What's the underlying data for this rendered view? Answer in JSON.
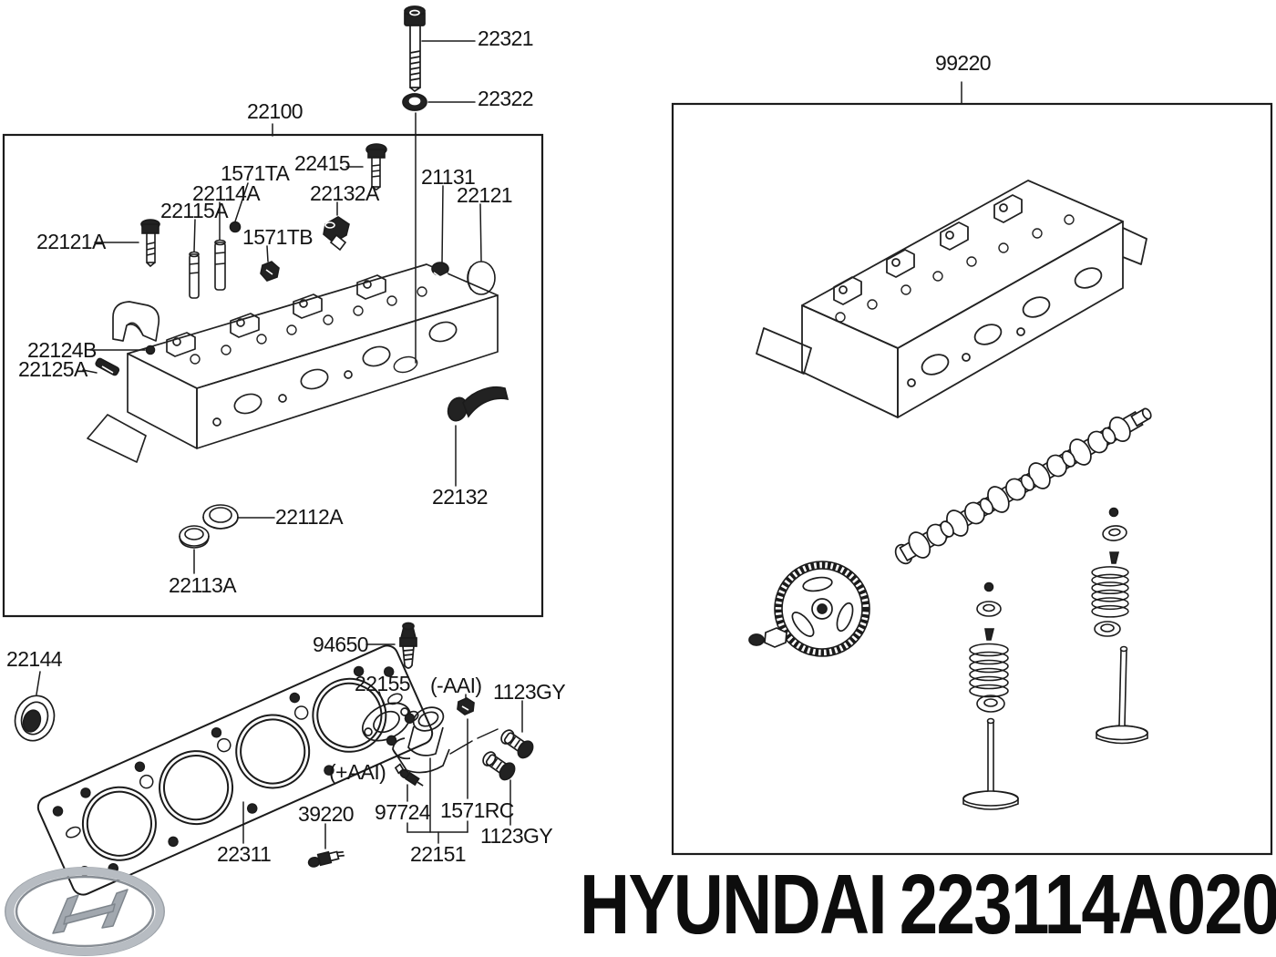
{
  "brand": {
    "name": "HYUNDAI",
    "part_code": "223114A020",
    "logo": "hyundai-logo"
  },
  "left_assembly": {
    "box_label": "22100",
    "labels": {
      "b22321": "22321",
      "w22322": "22322",
      "b22415": "22415",
      "s1571TA": "1571TA",
      "g22114A": "22114A",
      "g22115A": "22115A",
      "b22121A": "22121A",
      "p1571TB": "1571TB",
      "s22132A": "22132A",
      "p21131": "21131",
      "c22121": "22121",
      "b22124B": "22124B",
      "p22125A": "22125A",
      "h22132": "22132",
      "s22112A": "22112A",
      "c22113A": "22113A"
    }
  },
  "lower_parts": {
    "labels": {
      "s22144": "22144",
      "s94650": "94650",
      "g22155": "22155",
      "vminus": "(-AAI)",
      "f1123gy_u": "1123GY",
      "vplus": "(+AAI)",
      "s39220": "39220",
      "p97724": "97724",
      "p1571RC": "1571RC",
      "f1123gy_l": "1123GY",
      "o22151": "22151",
      "g22311": "22311"
    }
  },
  "right_assembly": {
    "box_label": "99220"
  }
}
